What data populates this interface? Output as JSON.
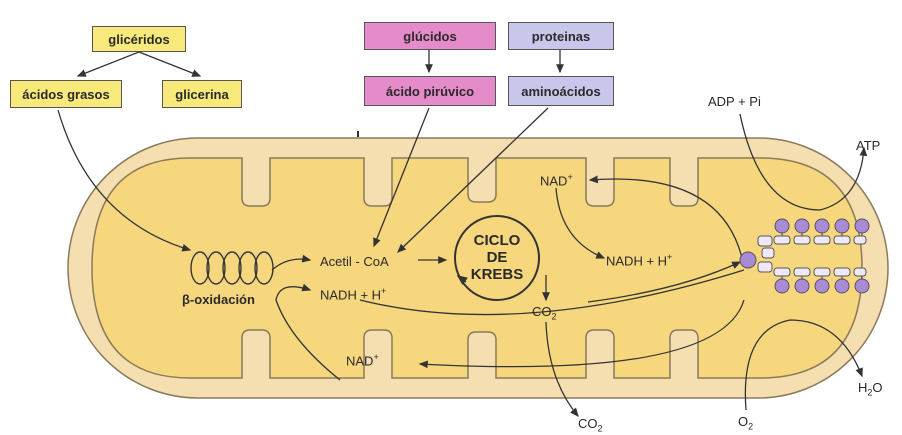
{
  "boxes": {
    "gliceridos": "glicéridos",
    "acidos_grasos": "ácidos grasos",
    "glicerina": "glicerina",
    "glucidos": "glúcidos",
    "acido_piruvico": "ácido pirúvico",
    "proteinas": "proteinas",
    "aminoacidos": "aminoácidos"
  },
  "labels": {
    "adp_pi": "ADP + Pi",
    "atp": "ATP",
    "nad_plus_top": "NAD",
    "nad_plus_sup": "+",
    "acetil_coa": "Acetil - CoA",
    "krebs_line1": "CICLO",
    "krebs_line2": "DE",
    "krebs_line3": "KREBS",
    "nadh_h_right": "NADH + H",
    "nadh_h_right_sup": "+",
    "nadh_h_left": "NADH + H",
    "nadh_h_left_sup": "+",
    "beta_oxidacion": "β-oxidación",
    "co2_inner": "CO",
    "co2_inner_sub": "2",
    "nad_plus_bottom": "NAD",
    "nad_plus_bottom_sup": "+",
    "co2_outer": "CO",
    "co2_outer_sub": "2",
    "o2": "O",
    "o2_sub": "2",
    "h2o_h": "H",
    "h2o_sub": "2",
    "h2o_o": "O"
  },
  "colors": {
    "yellow_box": "#f7e97a",
    "pink_box": "#e58bc9",
    "lavender_box": "#c9c6ec",
    "outer_membrane": "#f5deb0",
    "matrix": "#f6d77e",
    "atp_synthase_head": "#a98ad6",
    "atp_synthase_stalk": "#efe8f6"
  }
}
